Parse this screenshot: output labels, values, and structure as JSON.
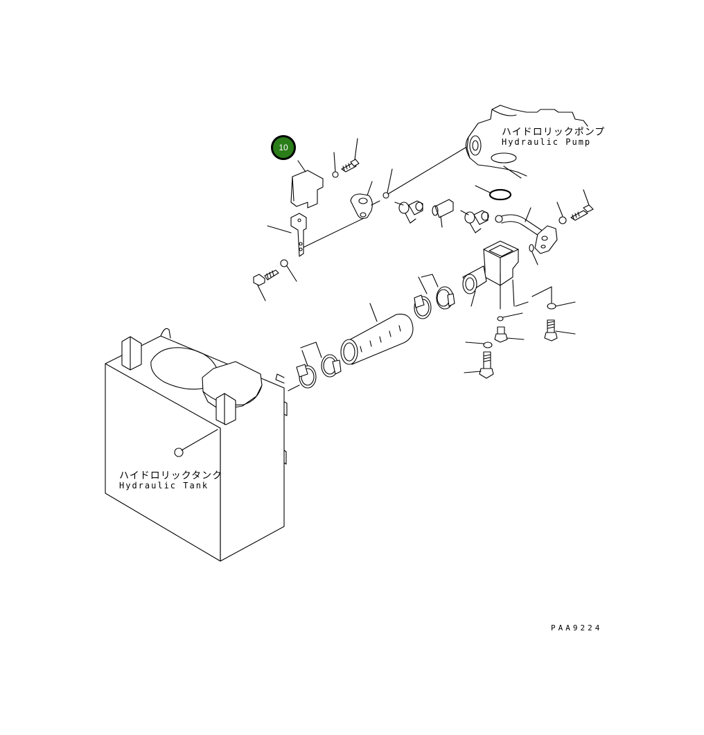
{
  "callout": {
    "number": "10",
    "color": "#2b7d1a"
  },
  "labels": {
    "pump_jp": "ハイドロリックポンプ",
    "pump_en": "Hydraulic Pump",
    "tank_jp": "ハイドロリックタンク",
    "tank_en": "Hydraulic Tank"
  },
  "drawing_code": "PAA9224"
}
